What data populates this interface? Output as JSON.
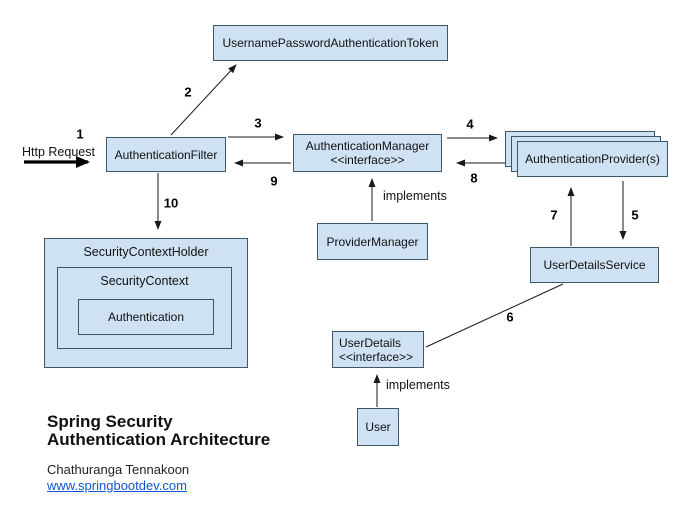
{
  "diagram": {
    "nodes": {
      "token": {
        "label": "UsernamePasswordAuthenticationToken"
      },
      "filter": {
        "label": "AuthenticationFilter"
      },
      "manager": {
        "label": "AuthenticationManager",
        "stereotype": "<<interface>>"
      },
      "providers": {
        "label": "AuthenticationProvider(s)"
      },
      "provider_manager": {
        "label": "ProviderManager"
      },
      "user_details_service": {
        "label": "UserDetailsService"
      },
      "user_details": {
        "label": "UserDetails",
        "stereotype": "<<interface>>"
      },
      "user": {
        "label": "User"
      },
      "security_context_holder": {
        "label": "SecurityContextHolder"
      },
      "security_context": {
        "label": "SecurityContext"
      },
      "authentication": {
        "label": "Authentication"
      }
    },
    "edge_labels": {
      "http_request": "Http Request",
      "implements_manager": "implements",
      "implements_user": "implements"
    },
    "steps": [
      "1",
      "2",
      "3",
      "4",
      "5",
      "6",
      "7",
      "8",
      "9",
      "10"
    ]
  },
  "footer": {
    "title_line1": "Spring Security",
    "title_line2": "Authentication Architecture",
    "author": "Chathuranga Tennakoon",
    "link": "www.springbootdev.com"
  },
  "colors": {
    "node_fill": "#cfe2f3",
    "node_border": "#3e5767",
    "line": "#1a1a1a",
    "link_blue": "#1155cc",
    "background": "#ffffff"
  }
}
